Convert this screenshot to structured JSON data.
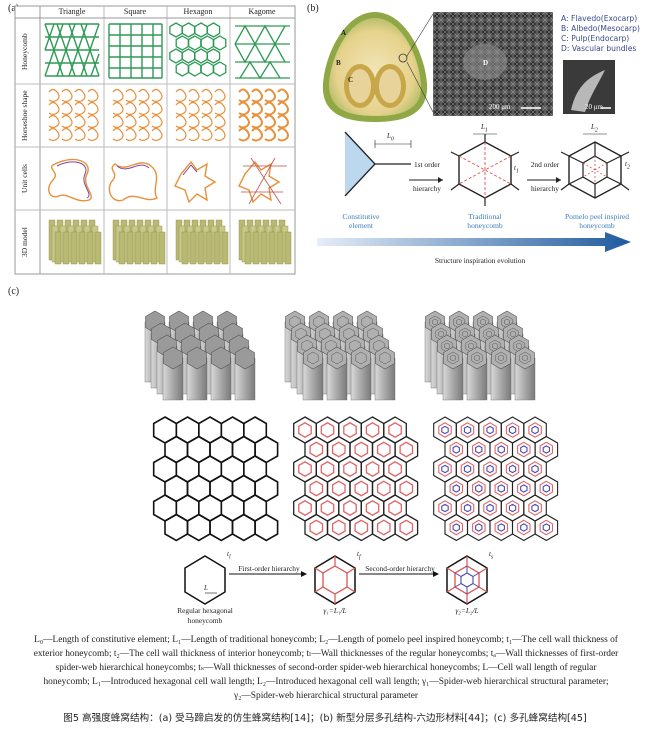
{
  "panel_a": {
    "label": "(a)",
    "columns": [
      "Triangle",
      "Square",
      "Hexagon",
      "Kagome"
    ],
    "rows": [
      "Honeycomb",
      "Horseshoe shape",
      "Unit cells",
      "3D model"
    ]
  },
  "panel_b": {
    "label": "(b)",
    "legend": [
      "A: Flavedo(Exocarp)",
      "B: Albedo(Mesocarp)",
      "C: Pulp(Endocarp)",
      "D: Vascular bundles"
    ],
    "photo_letters": [
      "A",
      "B",
      "C"
    ],
    "sem_letter": "D",
    "scale_1": "200 μm",
    "scale_2": "20 μm",
    "hierarchy_1": "1st order",
    "hierarchy_1b": "hierarchy",
    "hierarchy_2": "2nd order",
    "hierarchy_2b": "hierarchy",
    "element_1": "Constitutive",
    "element_1b": "element",
    "element_2": "Traditional",
    "element_2b": "honeycomb",
    "element_3": "Pomelo peel inspired",
    "element_3b": "honeycomb",
    "evolution": "Structure inspiration evolution",
    "sym_L0": "L",
    "sym_L0_sub": "0",
    "sym_L1": "L",
    "sym_L1_sub": "1",
    "sym_L2": "L",
    "sym_L2_sub": "2",
    "sym_t1": "t",
    "sym_t1_sub": "1",
    "sym_t2": "t",
    "sym_t2_sub": "2"
  },
  "panel_c": {
    "label": "(c)",
    "first_order": "First-order hierarchy",
    "second_order": "Second-order hierarchy",
    "regular_1": "Regular hexagonal",
    "regular_2": "honeycomb",
    "sym_L": "L",
    "sym_tf": "t",
    "sym_tf_sub": "f",
    "sym_tl": "t",
    "sym_tl_sub": "l",
    "sym_ts": "t",
    "sym_ts_sub": "s",
    "gamma_1": "γ₁=L₁/L",
    "gamma_2": "γ₂=L₂/L"
  },
  "caption": [
    "L₀—Length of constitutive element; L₁—Length of traditional honeycomb; L₂—Length of pomelo peel inspired honeycomb; t₁—The cell wall thickness of",
    "exterior honeycomb; t₂—The cell wall thickness of interior honeycomb; tₗ—Wall thicknesses of the regular honeycombs; tₐ—Wall thicknesses of first-order",
    "spider-web hierarchical honeycombs; tₛ—Wall thicknesses of second-order spider-web hierarchical honeycombs; L—Cell wall length of regular",
    "honeycomb; L₁—Introduced hexagonal cell wall length; L₂—Introduced hexagonal cell wall length; γ₁—Spider-web hierarchical structural parameter;",
    "γ₂—Spider-web hierarchical structural parameter"
  ],
  "figure_title": "图5  高强度蜂窝结构：(a) 受马蹄启发的仿生蜂窝结构[14]；(b) 新型分层多孔结构-六边形材料[44]；(c) 多孔蜂窝结构[45]"
}
